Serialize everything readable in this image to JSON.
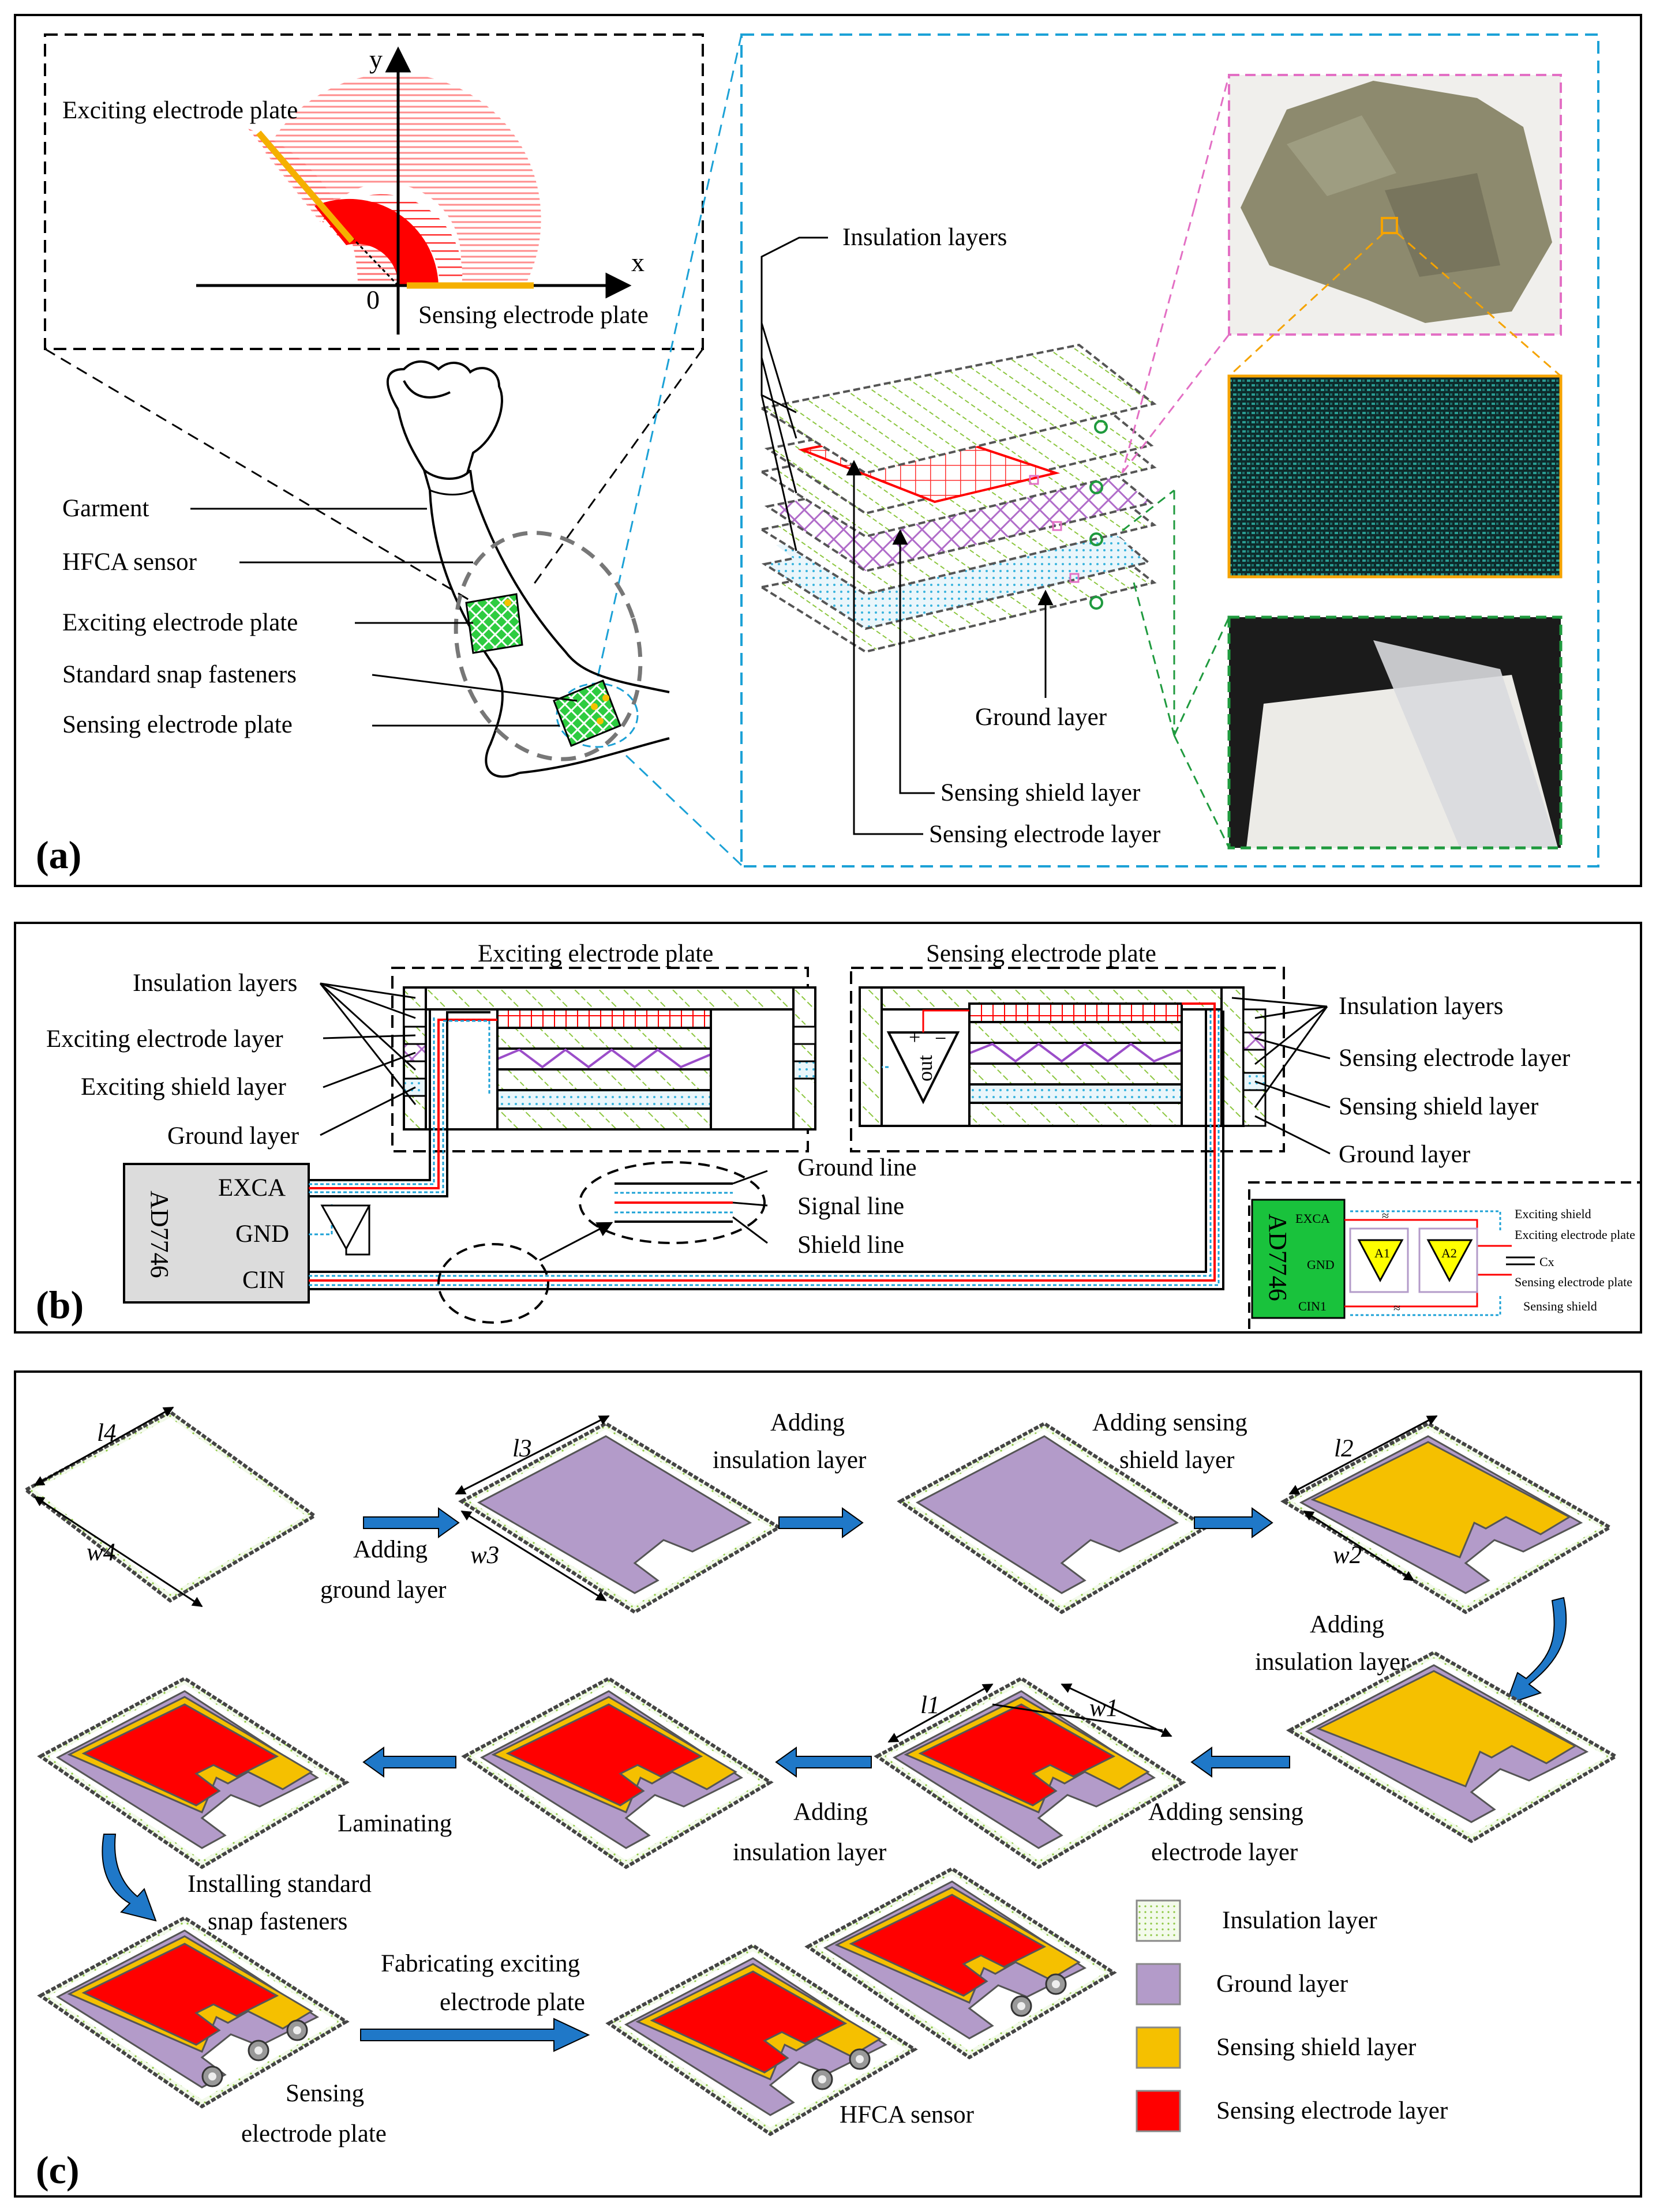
{
  "colors": {
    "ground": "#b39bc9",
    "shield": "#f5c000",
    "electrode": "#ff0000",
    "insulation_stripe": "#8cc63f",
    "cyan_dash": "#1ba1d6",
    "pink_dash": "#e36fc4",
    "green_dash": "#1f9a3e",
    "orange": "#f5a300",
    "arrow_blue": "#1f78c8",
    "ad7746_green": "#19c23c"
  },
  "panel_a": {
    "letter": "(a)",
    "axis_y": "y",
    "axis_x": "x",
    "origin": "0",
    "exciting_plate": "Exciting electrode plate",
    "sensing_plate": "Sensing electrode plate",
    "arm_labels": [
      "Garment",
      "HFCA sensor",
      "Exciting electrode plate",
      "Standard snap fasteners",
      "Sensing electrode plate"
    ],
    "layer_labels": {
      "insulation": "Insulation layers",
      "ground": "Ground layer",
      "shield": "Sensing shield layer",
      "electrode": "Sensing electrode layer"
    },
    "photos": [
      "fabric-photo",
      "weave-closeup-photo",
      "film-photo"
    ]
  },
  "panel_b": {
    "letter": "(b)",
    "exciting_title": "Exciting electrode plate",
    "sensing_title": "Sensing electrode plate",
    "left_labels": [
      "Insulation layers",
      "Exciting electrode layer",
      "Exciting shield layer",
      "Ground layer"
    ],
    "right_labels": [
      "Insulation layers",
      "Sensing electrode layer",
      "Sensing shield layer",
      "Ground layer"
    ],
    "chip": "AD7746",
    "pins": [
      "EXCA",
      "GND",
      "CIN"
    ],
    "lines": [
      "Ground line",
      "Signal line",
      "Shield line"
    ],
    "buffer": "out",
    "inset": {
      "chip": "AD7746",
      "pins": [
        "EXCA",
        "GND",
        "CIN1"
      ],
      "amp1": "A1",
      "amp2": "A2",
      "cx": "Cx",
      "labels": [
        "Exciting shield",
        "Exciting electrode plate",
        "Sensing electrode plate",
        "Sensing shield"
      ]
    }
  },
  "panel_c": {
    "letter": "(c)",
    "dims": {
      "l4": "l4",
      "w4": "w4",
      "l3": "l3",
      "w3": "w3",
      "l2": "l2",
      "w2": "w2",
      "l1": "l1",
      "w1": "w1"
    },
    "steps": {
      "ground": [
        "Adding",
        "ground layer"
      ],
      "insulation1": [
        "Adding",
        "insulation layer"
      ],
      "shield": [
        "Adding sensing",
        "shield layer"
      ],
      "insulation2": [
        "Adding",
        "insulation layer"
      ],
      "electrode": [
        "Adding sensing",
        "electrode layer"
      ],
      "insulation3": [
        "Adding",
        "insulation layer"
      ],
      "laminating": [
        "Laminating"
      ],
      "snap": [
        "Installing standard",
        "snap fasteners"
      ],
      "fabricating": [
        "Fabricating exciting",
        "electrode plate"
      ],
      "sensing_plate": [
        "Sensing",
        "electrode plate"
      ],
      "hfca": [
        "HFCA sensor"
      ]
    },
    "legend": [
      {
        "label": "Insulation layer",
        "color": "#eef7e4"
      },
      {
        "label": "Ground layer",
        "color": "#b39bc9"
      },
      {
        "label": "Sensing shield layer",
        "color": "#f5c000"
      },
      {
        "label": "Sensing electrode layer",
        "color": "#ff0000"
      }
    ]
  }
}
